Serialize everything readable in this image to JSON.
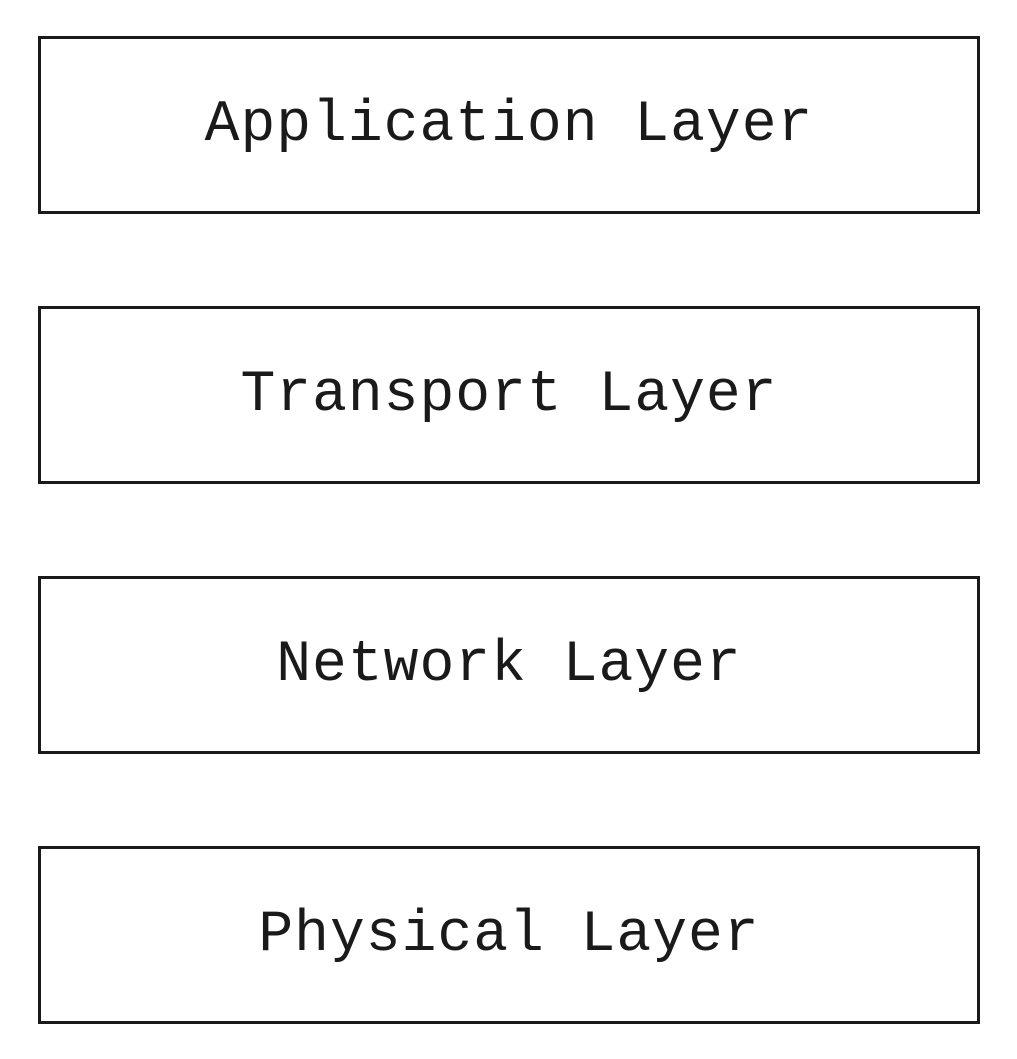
{
  "diagram": {
    "layers": [
      {
        "label": "Application Layer"
      },
      {
        "label": "Transport Layer"
      },
      {
        "label": "Network Layer"
      },
      {
        "label": "Physical Layer"
      }
    ]
  }
}
